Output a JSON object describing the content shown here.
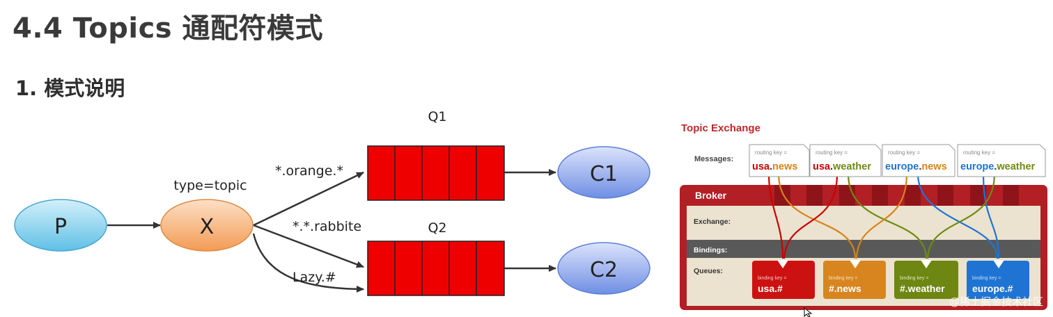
{
  "header": {
    "title": "4.4 Topics 通配符模式",
    "subtitle": "1. 模式说明"
  },
  "diagram_left": {
    "producer": "P",
    "exchange": "X",
    "exchange_type": "type=topic",
    "queue1_name": "Q1",
    "queue2_name": "Q2",
    "consumer1": "C1",
    "consumer2": "C2",
    "binding1": "*.orange.*",
    "binding2": "*.*.rabbite",
    "binding3": "Lazy.#",
    "queue_color": "#ee0000",
    "producer_color": "#8fd3ef",
    "exchange_color": "#f7b27a",
    "consumer_color": "#93a9ea"
  },
  "diagram_right": {
    "title": "Topic Exchange",
    "messages_label": "Messages:",
    "broker_label": "Broker",
    "exchange_label": "Exchange:",
    "bindings_label": "Bindings:",
    "queues_label": "Queues:",
    "routing_key_caption": "routing key =",
    "binding_key_caption": "binding key =",
    "messages": [
      {
        "part1": "usa",
        "part2": "news",
        "color1": "#cc0000",
        "color2": "#d8821a"
      },
      {
        "part1": "usa",
        "part2": "weather",
        "color1": "#cc0000",
        "color2": "#6f8a12"
      },
      {
        "part1": "europe",
        "part2": "news",
        "color1": "#1f74d3",
        "color2": "#d8821a"
      },
      {
        "part1": "europe",
        "part2": "weather",
        "color1": "#1f74d3",
        "color2": "#6f8a12"
      }
    ],
    "queues": [
      {
        "key": "usa.#",
        "color": "#cc1111"
      },
      {
        "key": "#.news",
        "color": "#d8851f"
      },
      {
        "key": "#.weather",
        "color": "#6e8612"
      },
      {
        "key": "europe.#",
        "color": "#1f74d3"
      }
    ]
  },
  "watermark": "@稀土掘金技术社区"
}
